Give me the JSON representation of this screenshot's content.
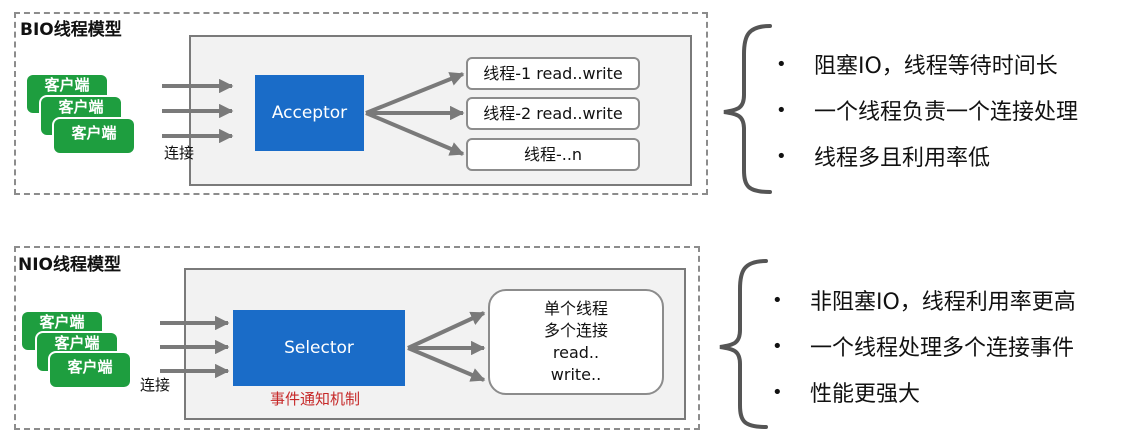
{
  "bio": {
    "title": "BIO线程模型",
    "clients": [
      "客户端",
      "客户端",
      "客户端"
    ],
    "connect_label": "连接",
    "acceptor_label": "Acceptor",
    "threads": [
      "线程-1 read..write",
      "线程-2 read..write",
      "线程-..n"
    ],
    "bullets": [
      "阻塞IO，线程等待时间长",
      "一个线程负责一个连接处理",
      "线程多且利用率低"
    ]
  },
  "nio": {
    "title": "NIO线程模型",
    "clients": [
      "客户端",
      "客户端",
      "客户端"
    ],
    "connect_label": "连接",
    "selector_label": "Selector",
    "event_label": "事件通知机制",
    "thread_lines": [
      "单个线程",
      "多个连接",
      "read..",
      "write.."
    ],
    "bullets": [
      "非阻塞IO，线程利用率更高",
      "一个线程处理多个连接事件",
      "性能更强大"
    ]
  },
  "bullet_symbol": "•",
  "colors": {
    "client_green": "#1e9e3f",
    "box_blue": "#1a6cc8",
    "event_red": "#c62828",
    "arrow_gray": "#7a7a7a"
  }
}
